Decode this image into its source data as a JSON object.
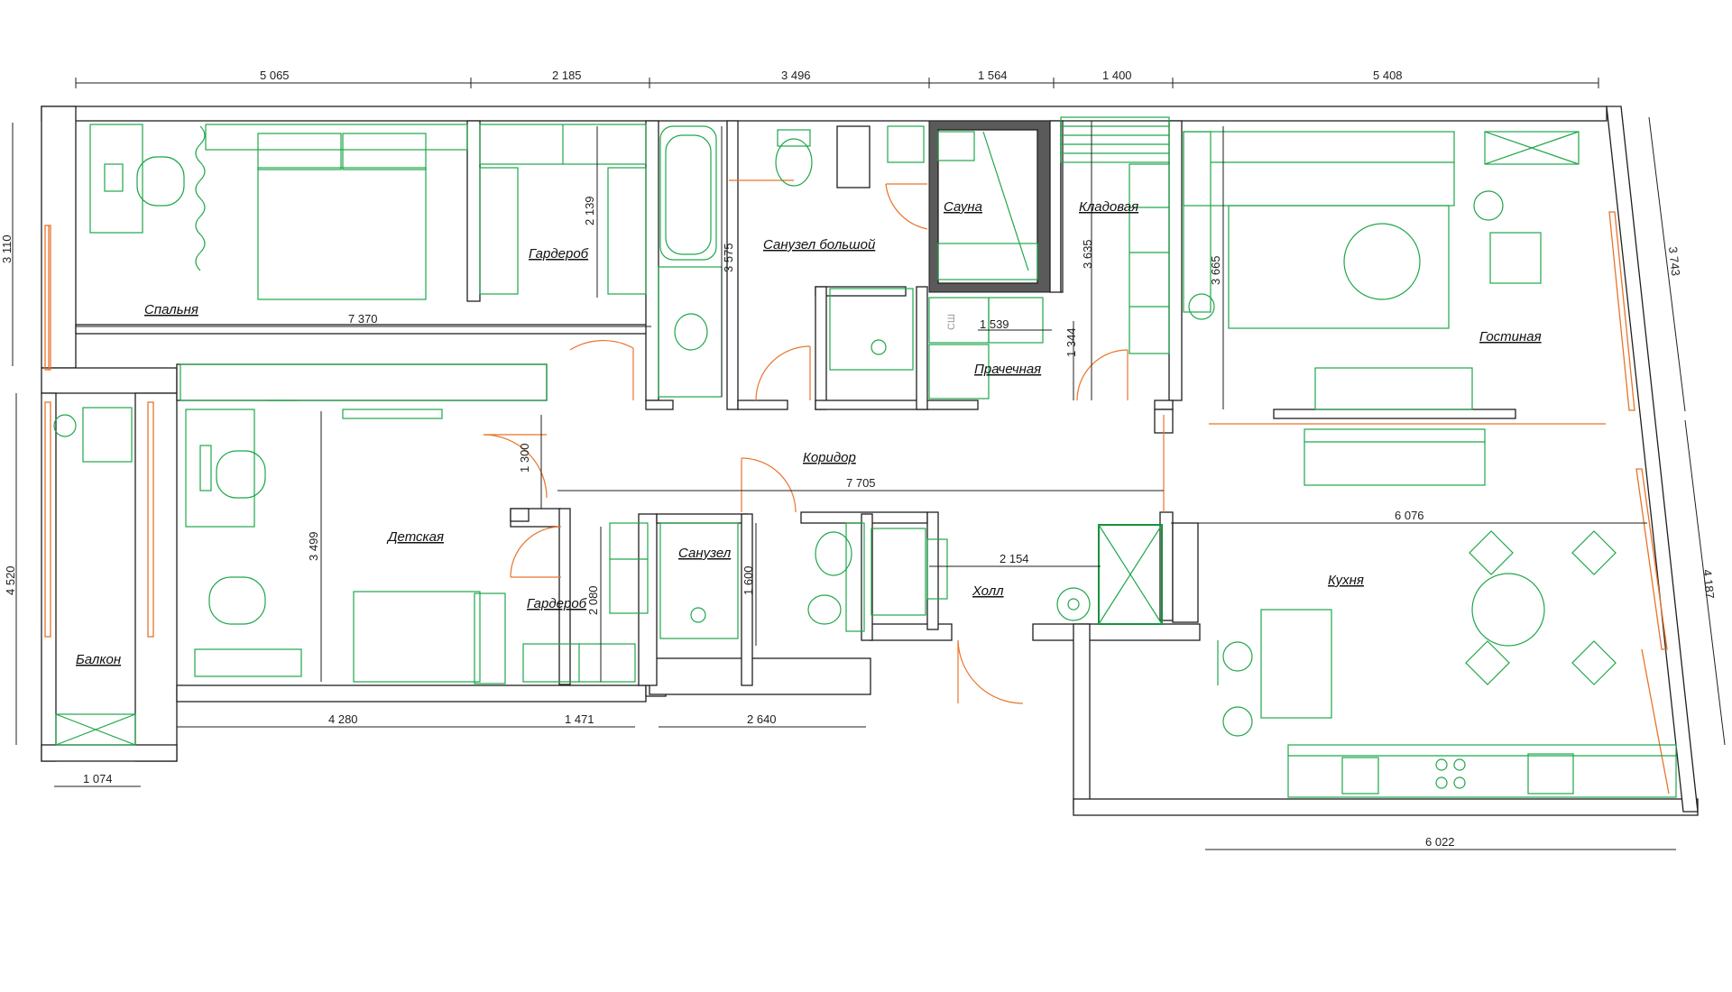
{
  "rooms": {
    "bedroom": "Спальня",
    "wardrobe1": "Гардероб",
    "bathroom_big": "Санузел большой",
    "sauna": "Сауна",
    "storage": "Кладовая",
    "living": "Гостиная",
    "laundry": "Прачечная",
    "corridor": "Коридор",
    "kids": "Детская",
    "wardrobe2": "Гардероб",
    "bathroom": "Санузел",
    "hall": "Холл",
    "kitchen": "Кухня",
    "balcony": "Балкон"
  },
  "labels": {
    "riser": "СШ"
  },
  "dimensions": {
    "top_1": "5 065",
    "top_2": "2 185",
    "top_3": "3 496",
    "top_4": "1 564",
    "top_5": "1 400",
    "top_6": "5 408",
    "left_top": "3 110",
    "left_bottom": "4 520",
    "right_top": "3 743",
    "right_bottom": "4 187",
    "bedroom_width": "7 370",
    "wardrobe_height": "2 139",
    "bath_height": "3 575",
    "storage_height": "3 635",
    "laundry_width": "1 539",
    "laundry_height": "1 344",
    "living_height": "3 665",
    "corridor_width": "7 705",
    "corridor_height": "1 300",
    "kids_height": "3 499",
    "wardrobe2_height": "2 080",
    "wc_height": "1 600",
    "hall_width": "2 154",
    "kitchen_width": "6 076",
    "bottom_1": "4 280",
    "bottom_2": "1 471",
    "bottom_3": "2 640",
    "balcony_width": "1 074",
    "kitchen_bottom": "6 022"
  },
  "colors": {
    "furniture": "#1fa64a",
    "doors_windows": "#e8742a",
    "walls": "#1f1f1f"
  }
}
